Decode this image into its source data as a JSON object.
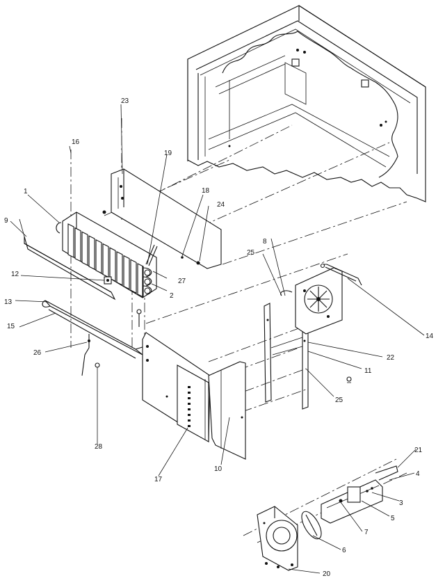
{
  "callouts": [
    {
      "key": "c1",
      "text": "1"
    },
    {
      "key": "c2",
      "text": "2"
    },
    {
      "key": "c3",
      "text": "3"
    },
    {
      "key": "c4",
      "text": "4"
    },
    {
      "key": "c5",
      "text": "5"
    },
    {
      "key": "c6",
      "text": "6"
    },
    {
      "key": "c7",
      "text": "7"
    },
    {
      "key": "c8",
      "text": "8"
    },
    {
      "key": "c9",
      "text": "9"
    },
    {
      "key": "c10",
      "text": "10"
    },
    {
      "key": "c11",
      "text": "11"
    },
    {
      "key": "c12",
      "text": "12"
    },
    {
      "key": "c13",
      "text": "13"
    },
    {
      "key": "c14",
      "text": "14"
    },
    {
      "key": "c15",
      "text": "15"
    },
    {
      "key": "c16",
      "text": "16"
    },
    {
      "key": "c17",
      "text": "17"
    },
    {
      "key": "c18",
      "text": "18"
    },
    {
      "key": "c19",
      "text": "19"
    },
    {
      "key": "c20",
      "text": "20"
    },
    {
      "key": "c21",
      "text": "21"
    },
    {
      "key": "c22",
      "text": "22"
    },
    {
      "key": "c23",
      "text": "23"
    },
    {
      "key": "c24",
      "text": "24"
    },
    {
      "key": "c25a",
      "text": "25"
    },
    {
      "key": "c25b",
      "text": "25"
    },
    {
      "key": "c26",
      "text": "26"
    },
    {
      "key": "c27",
      "text": "27"
    },
    {
      "key": "c28",
      "text": "28"
    }
  ]
}
